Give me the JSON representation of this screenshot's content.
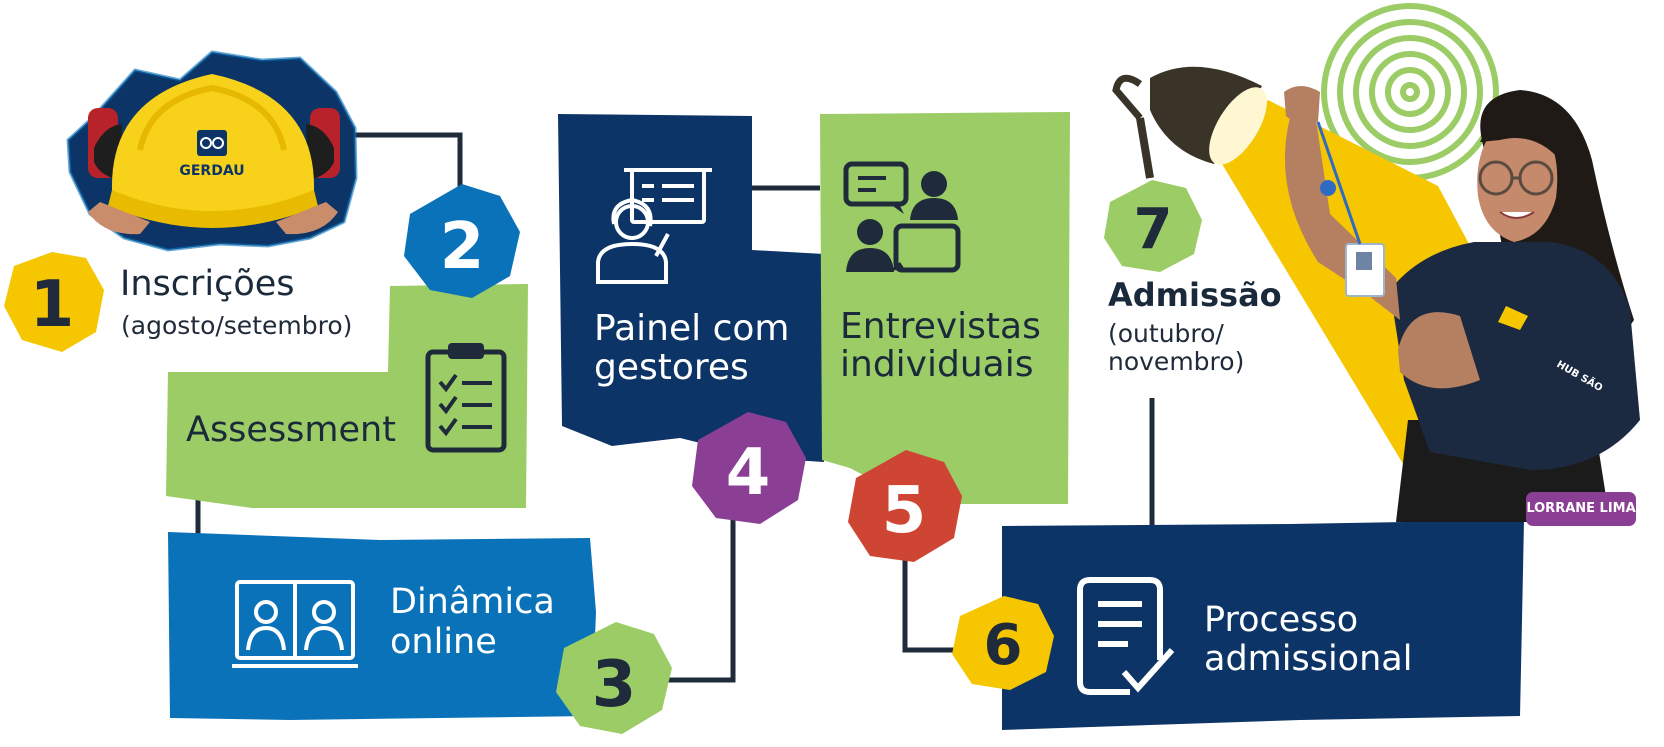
{
  "colors": {
    "navy": "#0c3466",
    "blue": "#0a72b9",
    "green": "#9bcc65",
    "yellow": "#f6c600",
    "purple": "#8b3f94",
    "red": "#cf4533",
    "ink": "#1b2a3a",
    "line": "#1f2b3a"
  },
  "logo": {
    "text": "GERDAU"
  },
  "steps": [
    {
      "number": "1",
      "title": "Inscrições",
      "subtitle": "(agosto/setembro)"
    },
    {
      "number": "2",
      "title": "Assessment"
    },
    {
      "number": "3",
      "title_line1": "Dinâmica",
      "title_line2": "online"
    },
    {
      "number": "4",
      "title_line1": "Painel com",
      "title_line2": "gestores"
    },
    {
      "number": "5",
      "title_line1": "Entrevistas",
      "title_line2": "individuais"
    },
    {
      "number": "6",
      "title_line1": "Processo",
      "title_line2": "admissional"
    },
    {
      "number": "7",
      "title": "Admissão",
      "subtitle_line1": "(outubro/",
      "subtitle_line2": "novembro)"
    }
  ],
  "person": {
    "name": "LORRANE LIMA",
    "shirt_text": "HUB SÃO"
  }
}
